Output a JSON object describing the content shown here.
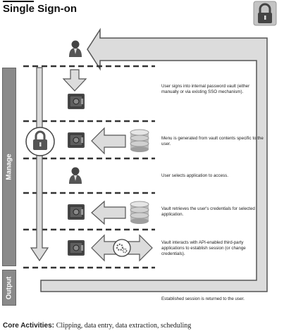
{
  "title": "Single Sign-on",
  "side_labels": {
    "manage": "Manage",
    "output": "Output"
  },
  "descriptions": {
    "step1": "User signs into internal password vault (either manually or via existing SSO mechanism).",
    "step2": "Menu is generated from vault contents specific to the user.",
    "step3": "User selects application to access.",
    "step4": "Vault retrieves the user's credentials for selected application.",
    "step5": "Vault interacts with API-enabled third-party applications to establish session (or change credentials).",
    "output": "Established session is returned to the user."
  },
  "footer": {
    "label": "Core Activities:",
    "text": "Clipping, data entry, data extraction, scheduling"
  },
  "icons": [
    "lock-icon",
    "user-icon",
    "vault-icon",
    "database-icon",
    "gear-icon",
    "arrow-icon"
  ]
}
